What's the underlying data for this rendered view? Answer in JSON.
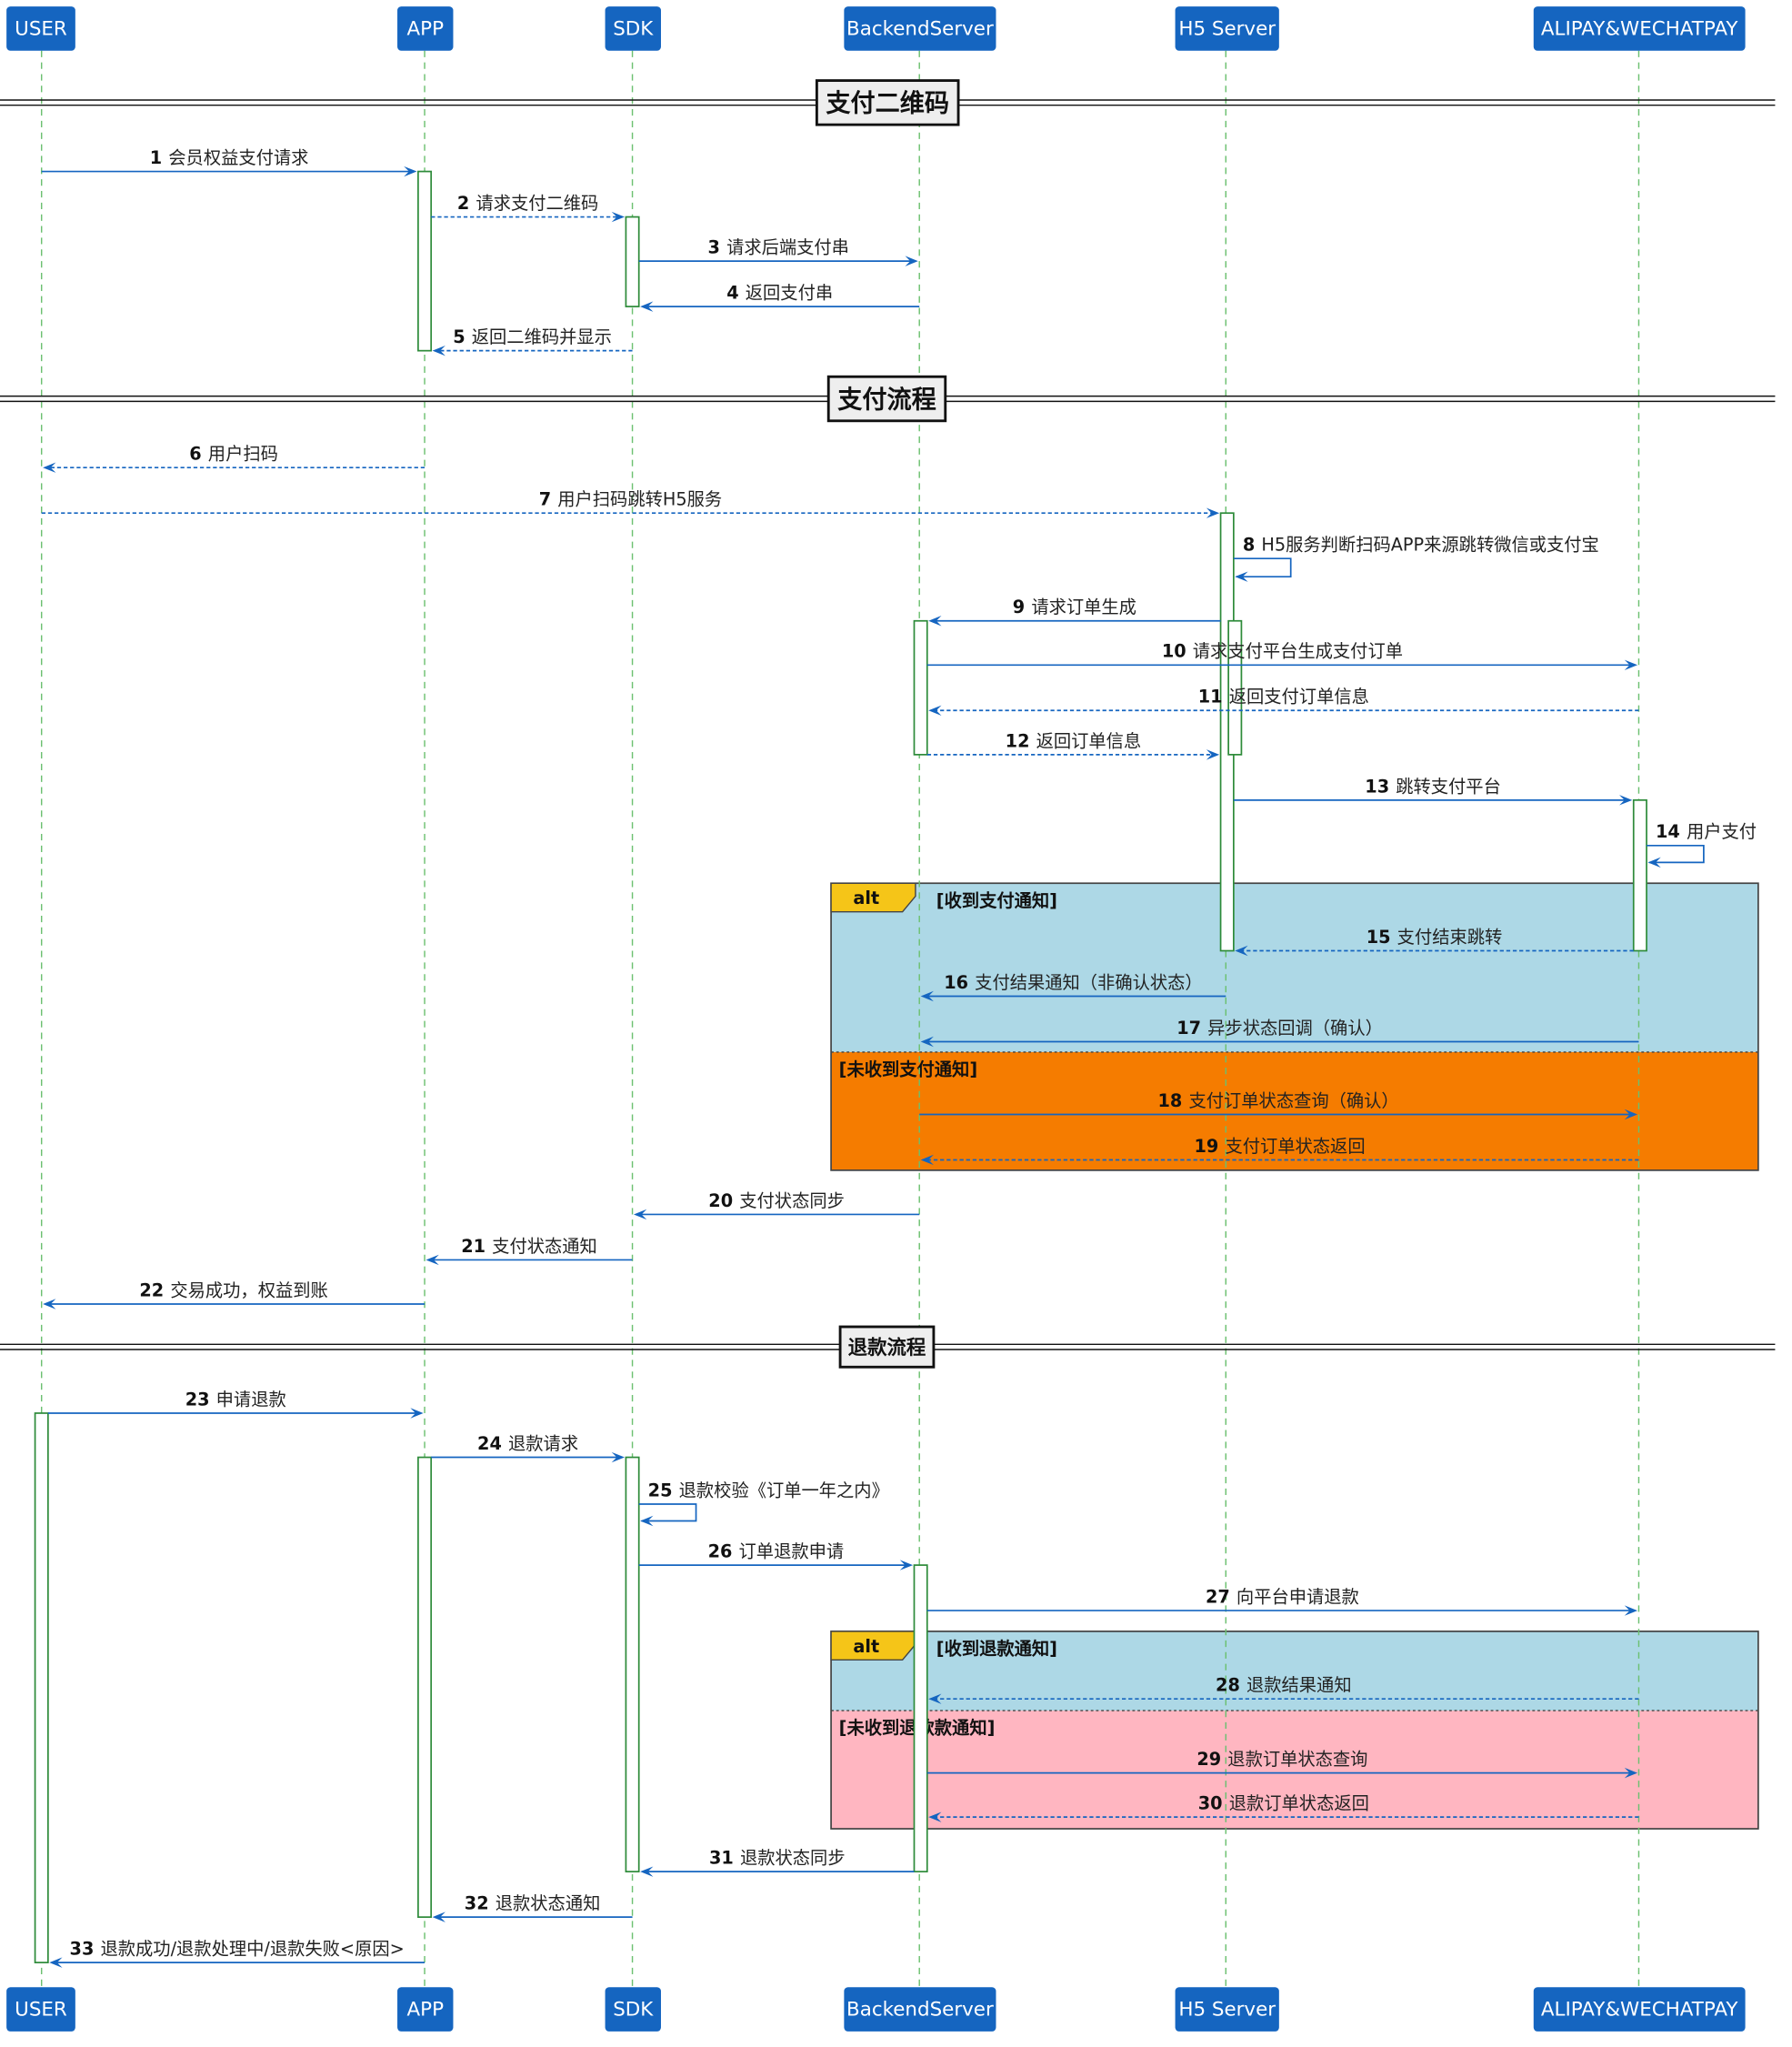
{
  "participants": [
    "USER",
    "APP",
    "SDK",
    "BackendServer",
    "H5 Server",
    "ALIPAY&WECHATPAY"
  ],
  "dividers": [
    "支付二维码",
    "支付流程",
    "退款流程"
  ],
  "messages": [
    {
      "num": "1",
      "text": "会员权益支付请求",
      "from": "USER",
      "to": "APP",
      "line": "solid"
    },
    {
      "num": "2",
      "text": "请求支付二维码",
      "from": "APP",
      "to": "SDK",
      "line": "dashed"
    },
    {
      "num": "3",
      "text": "请求后端支付串",
      "from": "SDK",
      "to": "BackendServer",
      "line": "solid"
    },
    {
      "num": "4",
      "text": "返回支付串",
      "from": "BackendServer",
      "to": "SDK",
      "line": "solid"
    },
    {
      "num": "5",
      "text": "返回二维码并显示",
      "from": "SDK",
      "to": "APP",
      "line": "dashed"
    },
    {
      "num": "6",
      "text": "用户扫码",
      "from": "APP",
      "to": "USER",
      "line": "dashed"
    },
    {
      "num": "7",
      "text": "用户扫码跳转H5服务",
      "from": "USER",
      "to": "H5 Server",
      "line": "dashed"
    },
    {
      "num": "8",
      "text": "H5服务判断扫码APP来源跳转微信或支付宝",
      "from": "H5 Server",
      "to": "H5 Server",
      "line": "solid"
    },
    {
      "num": "9",
      "text": "请求订单生成",
      "from": "H5 Server",
      "to": "BackendServer",
      "line": "solid"
    },
    {
      "num": "10",
      "text": "请求支付平台生成支付订单",
      "from": "BackendServer",
      "to": "ALIPAY&WECHATPAY",
      "line": "solid"
    },
    {
      "num": "11",
      "text": "返回支付订单信息",
      "from": "ALIPAY&WECHATPAY",
      "to": "BackendServer",
      "line": "dashed"
    },
    {
      "num": "12",
      "text": "返回订单信息",
      "from": "BackendServer",
      "to": "H5 Server",
      "line": "dashed"
    },
    {
      "num": "13",
      "text": "跳转支付平台",
      "from": "H5 Server",
      "to": "ALIPAY&WECHATPAY",
      "line": "solid"
    },
    {
      "num": "14",
      "text": "用户支付",
      "from": "ALIPAY&WECHATPAY",
      "to": "ALIPAY&WECHATPAY",
      "line": "solid"
    },
    {
      "num": "15",
      "text": "支付结束跳转",
      "from": "ALIPAY&WECHATPAY",
      "to": "H5 Server",
      "line": "dashed"
    },
    {
      "num": "16",
      "text": "支付结果通知（非确认状态）",
      "from": "H5 Server",
      "to": "BackendServer",
      "line": "solid"
    },
    {
      "num": "17",
      "text": "异步状态回调（确认）",
      "from": "ALIPAY&WECHATPAY",
      "to": "BackendServer",
      "line": "solid"
    },
    {
      "num": "18",
      "text": "支付订单状态查询（确认）",
      "from": "BackendServer",
      "to": "ALIPAY&WECHATPAY",
      "line": "solid"
    },
    {
      "num": "19",
      "text": "支付订单状态返回",
      "from": "ALIPAY&WECHATPAY",
      "to": "BackendServer",
      "line": "dashed"
    },
    {
      "num": "20",
      "text": "支付状态同步",
      "from": "BackendServer",
      "to": "SDK",
      "line": "solid"
    },
    {
      "num": "21",
      "text": "支付状态通知",
      "from": "SDK",
      "to": "APP",
      "line": "solid"
    },
    {
      "num": "22",
      "text": "交易成功，权益到账",
      "from": "APP",
      "to": "USER",
      "line": "solid"
    },
    {
      "num": "23",
      "text": "申请退款",
      "from": "USER",
      "to": "APP",
      "line": "solid"
    },
    {
      "num": "24",
      "text": "退款请求",
      "from": "APP",
      "to": "SDK",
      "line": "solid"
    },
    {
      "num": "25",
      "text": "退款校验《订单一年之内》",
      "from": "SDK",
      "to": "SDK",
      "line": "solid"
    },
    {
      "num": "26",
      "text": "订单退款申请",
      "from": "SDK",
      "to": "BackendServer",
      "line": "solid"
    },
    {
      "num": "27",
      "text": "向平台申请退款",
      "from": "BackendServer",
      "to": "ALIPAY&WECHATPAY",
      "line": "solid"
    },
    {
      "num": "28",
      "text": "退款结果通知",
      "from": "ALIPAY&WECHATPAY",
      "to": "BackendServer",
      "line": "dashed"
    },
    {
      "num": "29",
      "text": "退款订单状态查询",
      "from": "BackendServer",
      "to": "ALIPAY&WECHATPAY",
      "line": "solid"
    },
    {
      "num": "30",
      "text": "退款订单状态返回",
      "from": "ALIPAY&WECHATPAY",
      "to": "BackendServer",
      "line": "dashed"
    },
    {
      "num": "31",
      "text": "退款状态同步",
      "from": "BackendServer",
      "to": "SDK",
      "line": "solid"
    },
    {
      "num": "32",
      "text": "退款状态通知",
      "from": "SDK",
      "to": "APP",
      "line": "solid"
    },
    {
      "num": "33",
      "text": "退款成功/退款处理中/退款失败<原因>",
      "from": "APP",
      "to": "USER",
      "line": "solid"
    }
  ],
  "alt_blocks": [
    {
      "keyword": "alt",
      "branches": [
        {
          "guard": "[收到支付通知]",
          "color": "#add8e6"
        },
        {
          "guard": "[未收到支付通知]",
          "color": "#f57c00"
        }
      ]
    },
    {
      "keyword": "alt",
      "branches": [
        {
          "guard": "[收到退款通知]",
          "color": "#add8e6"
        },
        {
          "guard": "[未收到退款款通知]",
          "color": "#ffb6c1"
        }
      ]
    }
  ],
  "colors": {
    "participant": "#1565c0",
    "arrow": "#1565c0",
    "lifeline": "#6cc070",
    "activation": "#2e8b3a",
    "alt_tab": "#f5c518",
    "divider_box": "#eeeeee"
  }
}
